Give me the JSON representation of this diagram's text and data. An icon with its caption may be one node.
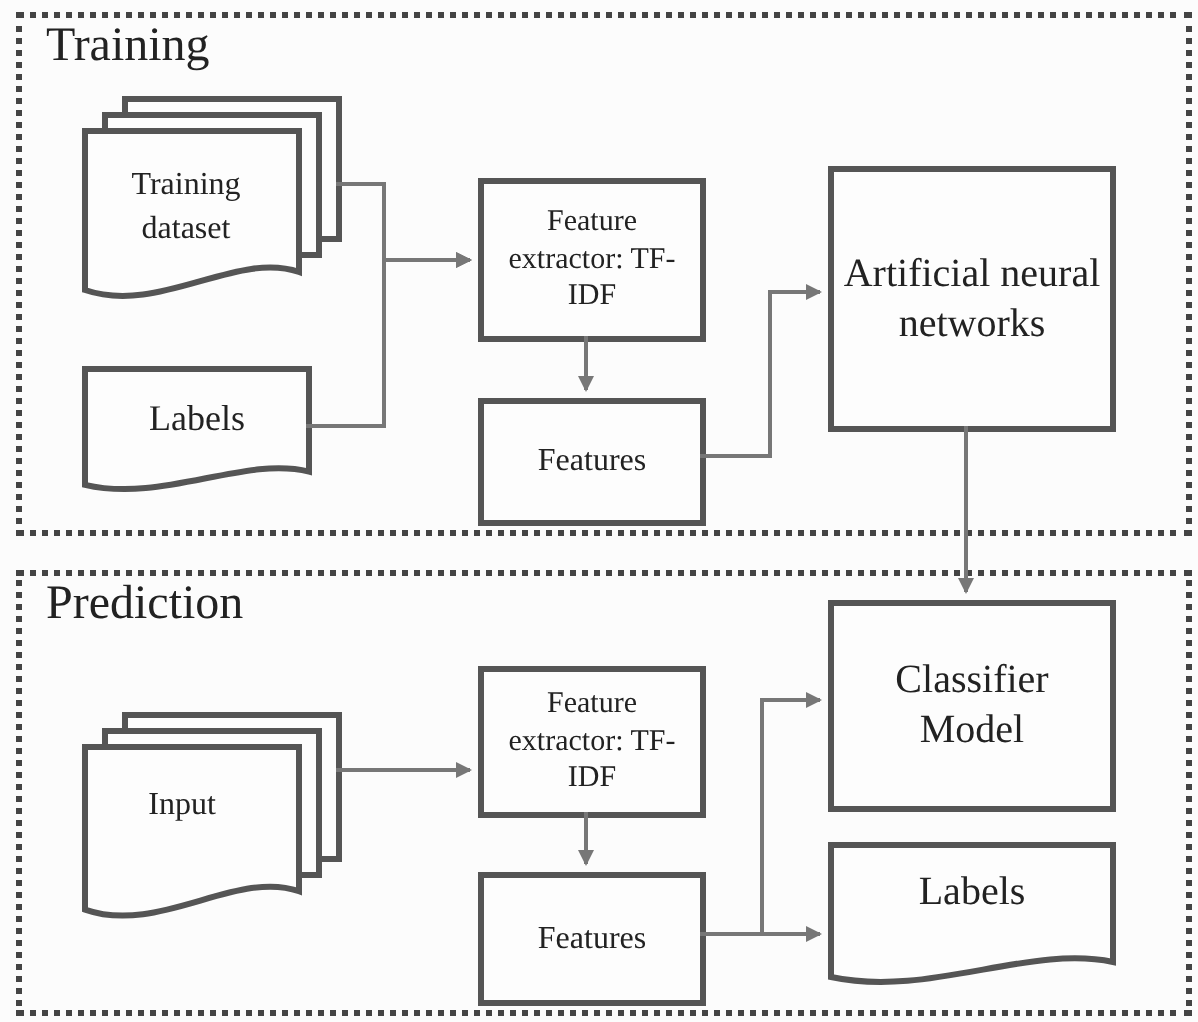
{
  "diagram": {
    "nodes": [
      {
        "text": [
          "Training"
        ]
      },
      {
        "text": [
          "Training dataset"
        ],
        "in": 0
      },
      {
        "text": [
          "Labels"
        ],
        "in": 0
      },
      {
        "text": [
          "Feature extractor: TF-IDF"
        ],
        "in": 0
      },
      {
        "text": [
          "Features"
        ],
        "in": 0
      },
      {
        "text": [
          "Artificial neural networks"
        ],
        "in": 0
      },
      {
        "text": [
          "Prediction"
        ]
      },
      {
        "text": [
          "Input"
        ],
        "in": 6
      },
      {
        "text": [
          "Feature extractor: TF-IDF"
        ],
        "in": 6
      },
      {
        "text": [
          "Features"
        ],
        "in": 6
      },
      {
        "text": [
          "Classifier Model"
        ],
        "in": 6
      },
      {
        "text": [
          "Labels"
        ],
        "in": 6
      }
    ],
    "edges": [
      {
        "from": 1,
        "to": 3,
        "arrow": "to"
      },
      {
        "from": 2,
        "to": 3,
        "arrow": "to"
      },
      {
        "from": 3,
        "to": 4,
        "arrow": "to"
      },
      {
        "from": 4,
        "to": 5,
        "arrow": "to"
      },
      {
        "from": 5,
        "to": 10,
        "arrow": "to"
      },
      {
        "from": 7,
        "to": 8,
        "arrow": "to"
      },
      {
        "from": 8,
        "to": 9,
        "arrow": "to"
      },
      {
        "from": 9,
        "to": 10,
        "arrow": "to"
      },
      {
        "from": 9,
        "to": 11,
        "arrow": "to"
      }
    ]
  }
}
